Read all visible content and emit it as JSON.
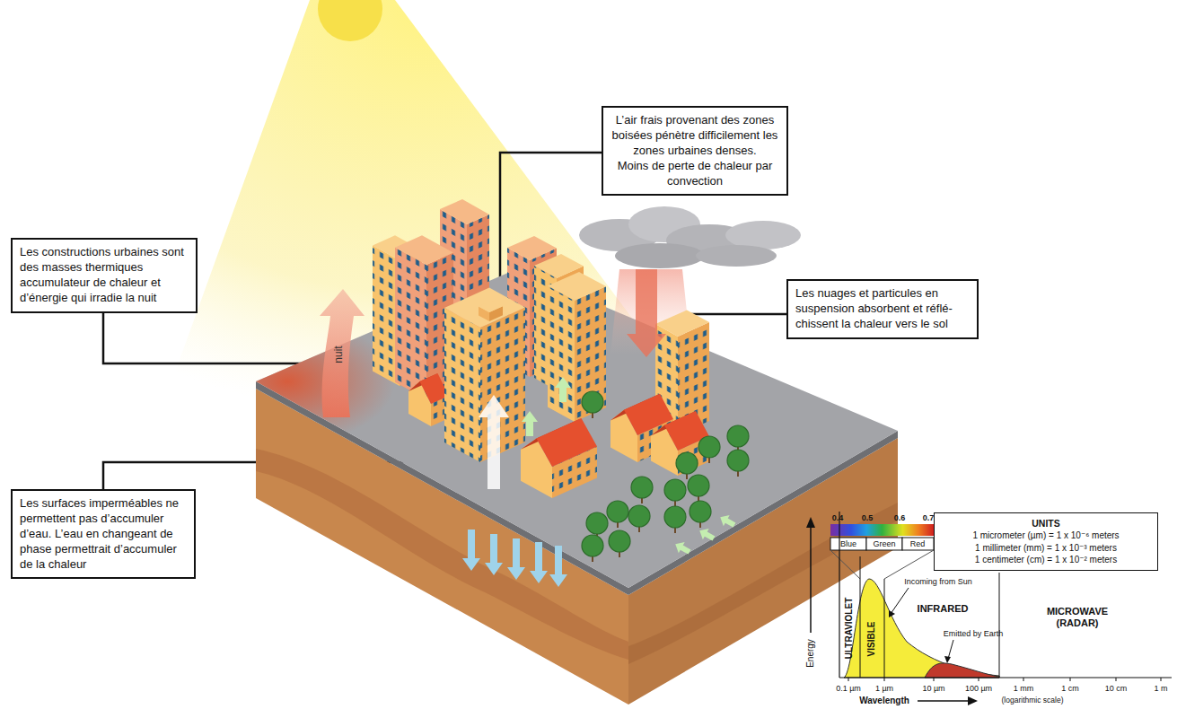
{
  "diagram": {
    "nodes": [
      {
        "text": [
          "L’air frais provenant des zones boisées pénètre difficilement les zones urbaines denses.",
          "Moins de perte de chaleur par convection"
        ]
      },
      {
        "text": [
          "Les constructions urbaines sont des masses thermiques accumulateur de chaleur et d’énergie qui irradie la nuit"
        ]
      },
      {
        "text": [
          "Les nuages et particules en suspension absorbent et réflé-chissent la chaleur vers le sol"
        ]
      },
      {
        "text": [
          "Les surfaces imperméables ne permettent pas d’accumuler d’eau. L’eau en changeant de phase permettrait d’accumuler de la chaleur"
        ]
      },
      {
        "text": [
          "UNITS",
          "1 micrometer (µm) = 1 x 10⁻⁶ meters",
          "1 millimeter (mm) = 1 x 10⁻³ meters",
          "1 centimeter (cm) = 1 x 10⁻² meters"
        ]
      }
    ],
    "labels": [
      "nuit",
      "0.4",
      "0.5",
      "0.6",
      "0.7",
      "Blue",
      "Green",
      "Red",
      "ULTRAVIOLET",
      "VISIBLE",
      "Incoming from Sun",
      "INFRARED",
      "MICROWAVE (RADAR)",
      "Emitted by Earth",
      "Energy",
      "0.1 µm",
      "1 µm",
      "10 µm",
      "100 µm",
      "1 mm",
      "1 cm",
      "10 cm",
      "1 m",
      "Wavelength",
      "(logarithmic scale)"
    ]
  }
}
